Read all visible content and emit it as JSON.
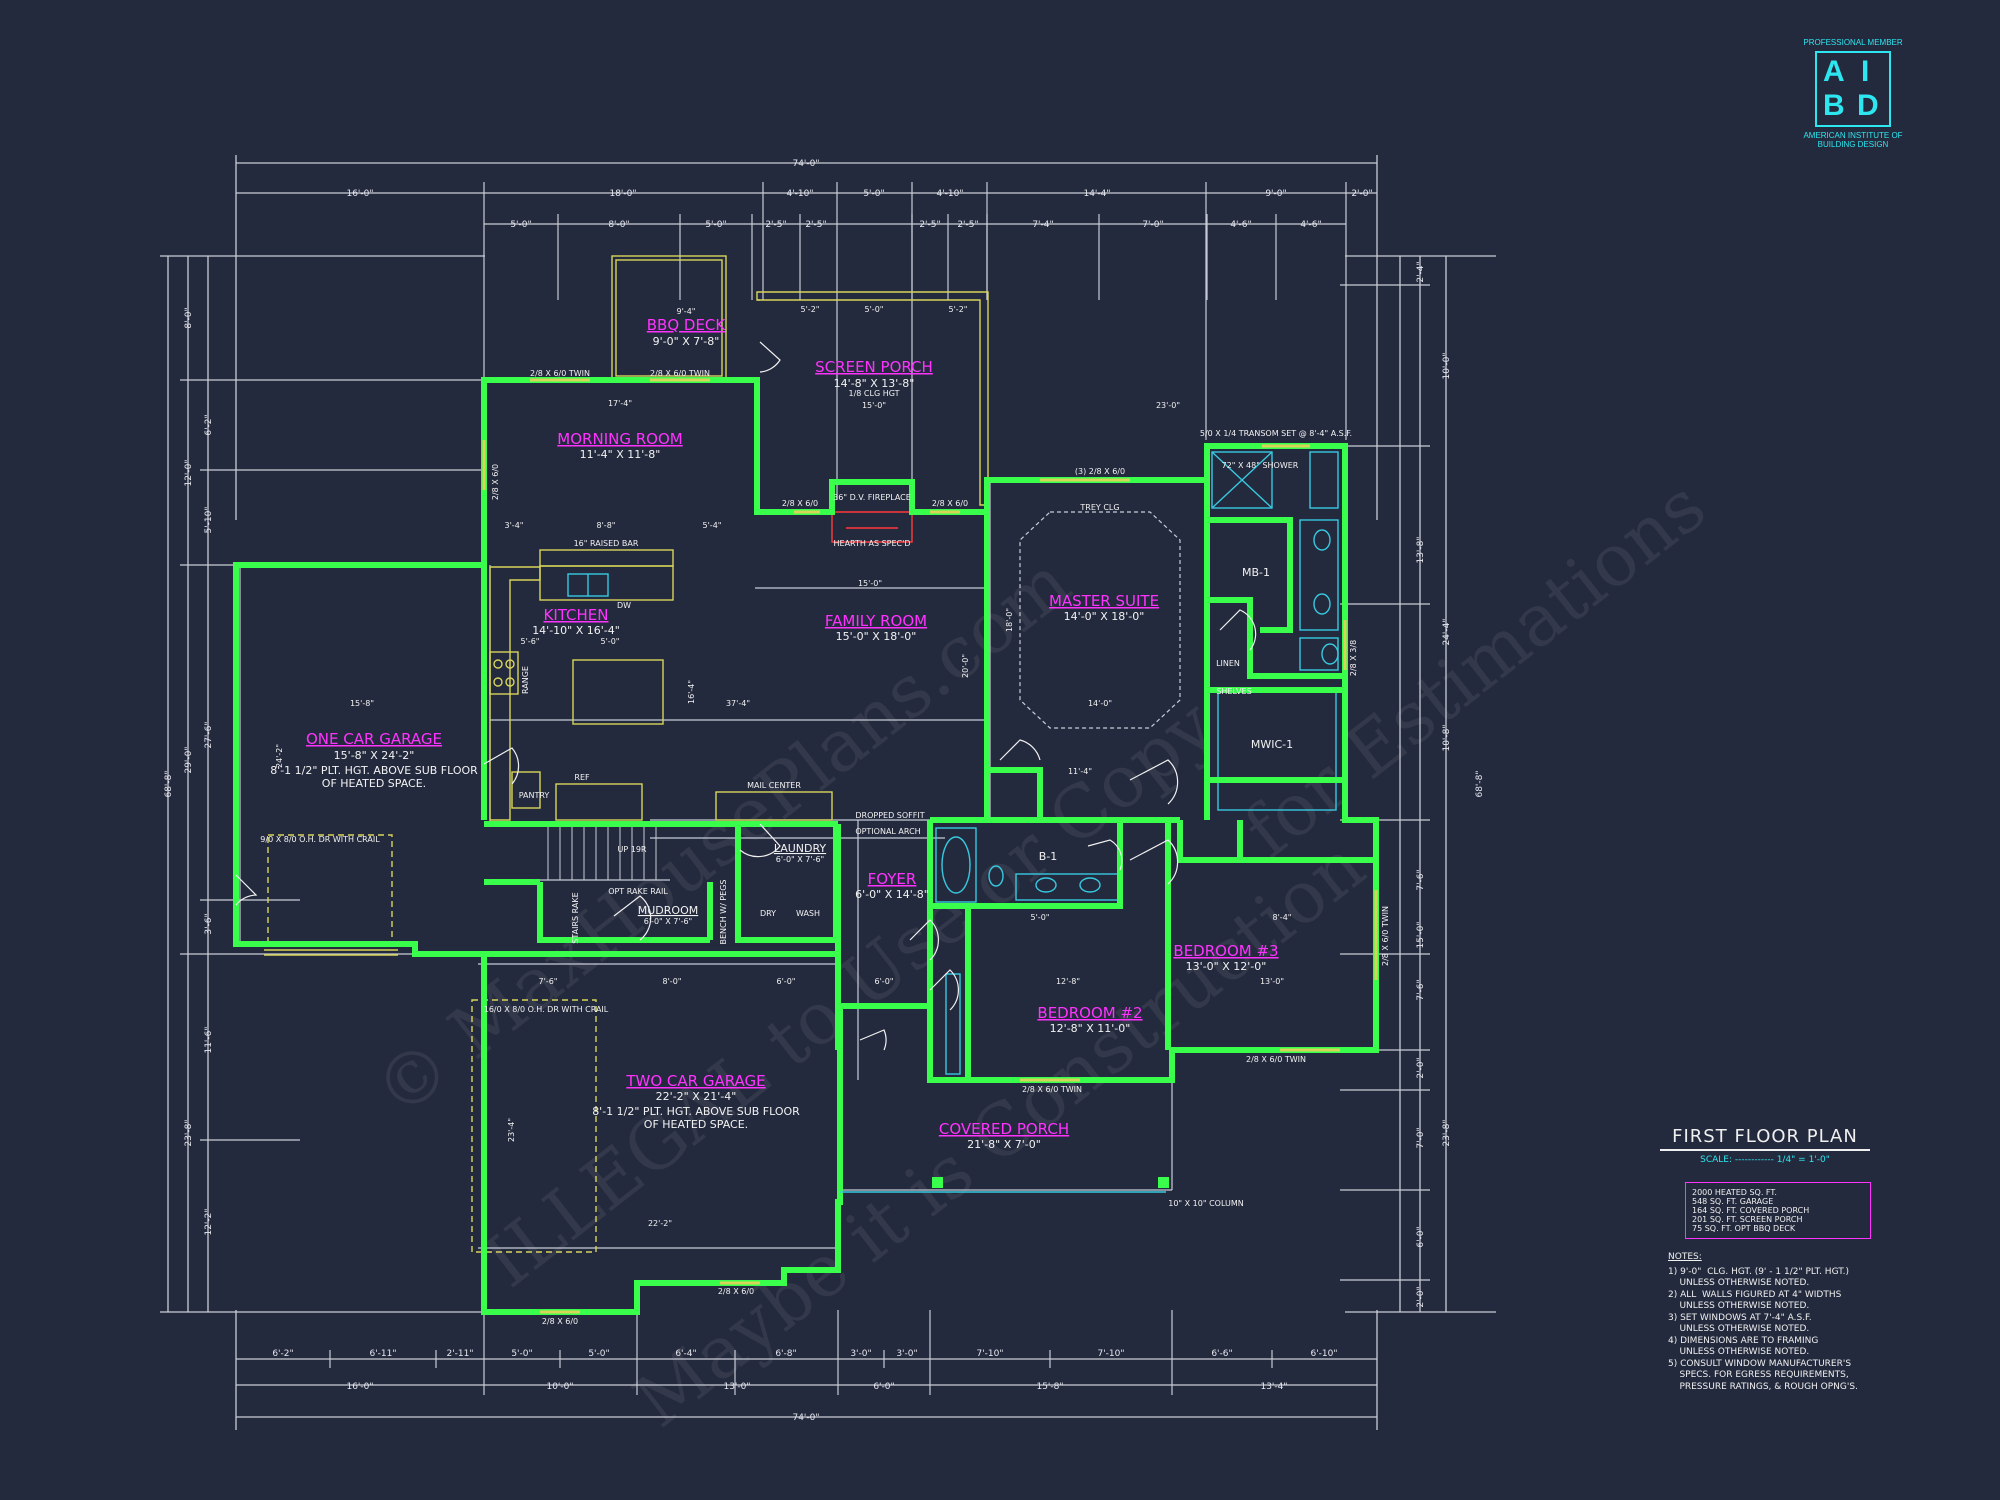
{
  "logo": {
    "top_text": "PROFESSIONAL MEMBER",
    "letters": [
      "A",
      "I",
      "B",
      "D"
    ],
    "bottom_text": "AMERICAN INSTITUTE OF BUILDING DESIGN"
  },
  "watermark": {
    "line1": "© MaxHousePlans.com",
    "line2": "ILLEGAL to Use or Copy",
    "line3": "Maybe it is Construction",
    "line4": "for Estimations"
  },
  "title": {
    "main": "FIRST FLOOR PLAN",
    "scale": "SCALE: ------------ 1/4\" = 1'-0\""
  },
  "areas": [
    "2000 HEATED SQ. FT.",
    "548 SQ. FT. GARAGE",
    "164 SQ. FT. COVERED PORCH",
    "201 SQ. FT. SCREEN PORCH",
    "75 SQ. FT. OPT BBQ DECK"
  ],
  "notes": {
    "heading": "NOTES:",
    "lines": [
      "1) 9'-0\"  CLG. HGT. (9' - 1 1/2\" PLT. HGT.)",
      "    UNLESS OTHERWISE NOTED.",
      "2) ALL  WALLS FIGURED AT 4\" WIDTHS",
      "    UNLESS OTHERWISE NOTED.",
      "3) SET WINDOWS AT 7'-4\" A.S.F.",
      "    UNLESS OTHERWISE NOTED.",
      "4) DIMENSIONS ARE TO FRAMING",
      "    UNLESS OTHERWISE NOTED.",
      "5) CONSULT WINDOW MANUFACTURER'S",
      "    SPECS. FOR EGRESS REQUIREMENTS,",
      "    PRESSURE RATINGS, & ROUGH OPNG'S."
    ]
  },
  "rooms": {
    "bbq_deck": {
      "name": "BBQ DECK",
      "size": "9'-0\" X 7'-8\""
    },
    "screen_porch": {
      "name": "SCREEN PORCH",
      "size": "14'-8\" X 13'-8\"",
      "note": "1/8 CLG HGT"
    },
    "morning_room": {
      "name": "MORNING ROOM",
      "size": "11'-4\" X 11'-8\""
    },
    "kitchen": {
      "name": "KITCHEN",
      "size": "14'-10\" X 16'-4\""
    },
    "family_room": {
      "name": "FAMILY ROOM",
      "size": "15'-0\" X 18'-0\""
    },
    "master_suite": {
      "name": "MASTER SUITE",
      "size": "14'-0\" X 18'-0\""
    },
    "one_car_garage": {
      "name": "ONE CAR GARAGE",
      "size": "15'-8\" X 24'-2\"",
      "note1": "8'-1 1/2\" PLT. HGT. ABOVE SUB FLOOR",
      "note2": "OF HEATED SPACE."
    },
    "two_car_garage": {
      "name": "TWO CAR GARAGE",
      "size": "22'-2\" X 21'-4\"",
      "note1": "8'-1 1/2\" PLT. HGT. ABOVE SUB FLOOR",
      "note2": "OF HEATED SPACE."
    },
    "foyer": {
      "name": "FOYER",
      "size": "6'-0\" X 14'-8\""
    },
    "laundry": {
      "name": "LAUNDRY",
      "size": "6'-0\" X 7'-6\""
    },
    "mudroom": {
      "name": "MUDROOM",
      "size": "6'-0\" X 7'-6\""
    },
    "bedroom2": {
      "name": "BEDROOM #2",
      "size": "12'-8\" X 11'-0\""
    },
    "bedroom3": {
      "name": "BEDROOM #3",
      "size": "13'-0\" X 12'-0\""
    },
    "covered_porch": {
      "name": "COVERED PORCH",
      "size": "21'-8\" X 7'-0\""
    }
  },
  "labels": {
    "mb1": "MB-1",
    "mwic1": "MWIC-1",
    "b1": "B-1",
    "trey_clg": "TREY CLG",
    "fireplace": "36\" D.V. FIREPLACE",
    "hearth": "HEARTH AS SPEC'D",
    "raised_bar": "16\" RAISED BAR",
    "dropped_soffit": "DROPPED SOFFIT",
    "optional_arch": "OPTIONAL ARCH",
    "mail_center": "MAIL CENTER",
    "column": "10\" X 10\" COLUMN",
    "linen": "LINEN",
    "shelves": "SHELVES",
    "dry": "DRY",
    "wash": "WASH",
    "pantry": "PANTRY",
    "ref": "REF",
    "range": "RANGE",
    "dw": "DW",
    "bench": "BENCH W/ PEGS",
    "shower": "72\" X 48\" SHOWER",
    "transom": "5/0 X 1/4 TRANSOM SET @ 8'-4\" A.S.F.",
    "garage_door1": "9/0 X 8/0 O.H. DR WITH CRAIL",
    "garage_door2": "16/0 X 8/0 O.H. DR WITH CRAIL",
    "opt_rake": "OPT RAKE RAIL",
    "up": "UP 19R",
    "stairs_rake": "STAIRS RAKE"
  },
  "dimensions": {
    "top_overall": "74'-0\"",
    "top_row2": [
      "16'-0\"",
      "18'-0\"",
      "4'-10\"",
      "5'-0\"",
      "4'-10\"",
      "14'-4\"",
      "9'-0\"",
      "2'-0\""
    ],
    "top_row3": [
      "5'-0\"",
      "8'-0\"",
      "5'-0\"",
      "2'-5\"",
      "2'-5\"",
      "2'-5\"",
      "2'-5\"",
      "7'-4\"",
      "7'-0\"",
      "4'-6\"",
      "4'-6\""
    ],
    "bottom_overall": "74'-0\"",
    "bottom_row2": [
      "16'-0\"",
      "10'-0\"",
      "13'-0\"",
      "6'-0\"",
      "15'-8\"",
      "13'-4\""
    ],
    "bottom_row1": [
      "6'-2\"",
      "6'-11\"",
      "2'-11\"",
      "5'-0\"",
      "5'-0\"",
      "6'-4\"",
      "6'-8\"",
      "3'-0\"",
      "3'-0\"",
      "7'-10\"",
      "7'-10\"",
      "6'-6\"",
      "6'-10\""
    ],
    "left_overall": "68'-8\"",
    "left_row2": [
      "8'-0\"",
      "12'-0\"",
      "29'-0\"",
      "23'-8\""
    ],
    "left_row1": [
      "6'-2\"",
      "5'-10\"",
      "27'-6\"",
      "3'-6\"",
      "11'-6\"",
      "12'-2\""
    ],
    "right_overall": "68'-8\"",
    "right_row2": [
      "10'-0\"",
      "24'-4\"",
      "10'-8\"",
      "23'-8\""
    ],
    "right_row1": [
      "2'-4\"",
      "13'-8\"",
      "7'-6\"",
      "15'-0\"",
      "7'-6\"",
      "2'-0\"",
      "7'-0\"",
      "6'-0\"",
      "2'-0\""
    ],
    "interior": {
      "morning_w": "17'-4\"",
      "screen_w": "15'-0\"",
      "bbq_w": "9'-4\"",
      "sp_a": "5'-2\"",
      "sp_b": "5'-0\"",
      "sp_c": "5'-2\"",
      "k_a": "3'-4\"",
      "k_b": "8'-8\"",
      "k_c": "5'-4\"",
      "fam_w": "15'-0\"",
      "long_w": "37'-4\"",
      "ms_w": "14'-0\"",
      "ms_h": "18'-0\"",
      "g1_w": "15'-8\"",
      "g1_h": "24'-2\"",
      "g2_w": "22'-2\"",
      "g2_h": "23'-4\"",
      "ms_top": "23'-0\"",
      "b2_w": "12'-8\"",
      "b3_w": "13'-0\"",
      "b3_a": "8'-4\"",
      "b1_w": "5'-0\"",
      "k_d": "5'-6\"",
      "k_e": "5'-0\"",
      "fam_h": "20'-0\"",
      "kit_h": "16'-4\"",
      "ms_a": "11'-4\"",
      "g2_a": "7'-6\"",
      "g2_b": "8'-0\"",
      "g2_c": "6'-0\"",
      "foy_a": "6'-0\""
    },
    "windows": [
      "2/8 X 6/0 TWIN",
      "2/8 X 6/0 TWIN",
      "2/8 X 6/0",
      "2/8 X 6/0",
      "(3) 2/8 X 6/0",
      "2/8 X 6/0 TWIN",
      "2/8 X 6/0 TWIN",
      "2/8 X 6/0 TWIN",
      "2/8 X 6/0",
      "2/8 X 6/0",
      "2/8 X 6/0",
      "2/8 X 3/8"
    ]
  },
  "colors": {
    "background": "#242a3d",
    "walls": "#39ff4c",
    "room_names": "#ff33ff",
    "dimensions": "#c9ccd6",
    "logo": "#2ee6f0"
  }
}
